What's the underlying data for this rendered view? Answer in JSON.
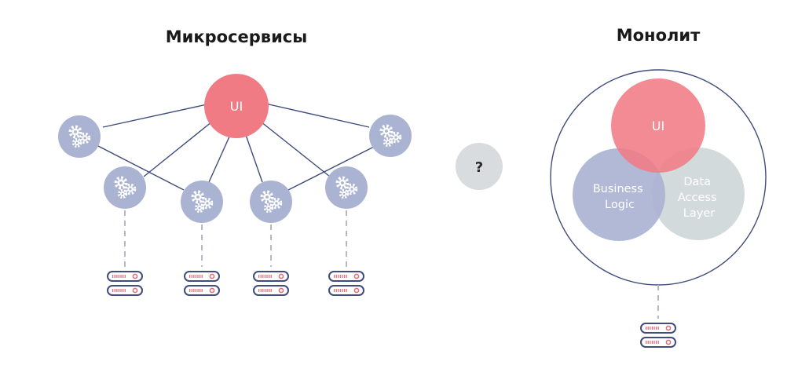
{
  "microservices": {
    "title": "Микросервисы",
    "ui_label": "UI",
    "service_icon": "gears-icon",
    "database_icon": "server-icon"
  },
  "separator": {
    "label": "?"
  },
  "monolith": {
    "title": "Монолит",
    "ui_label": "UI",
    "business_logic_lines": [
      "Business",
      "Logic"
    ],
    "data_access_lines": [
      "Data",
      "Access",
      "Layer"
    ],
    "database_icon": "server-icon"
  },
  "colors": {
    "ui_red": "#f07b85",
    "service_blue": "#aab3d2",
    "data_gray": "#cfd7d9",
    "line_navy": "#3f4c7d",
    "db_red": "#e5707c",
    "dashed_gray": "#b5b8c7"
  }
}
